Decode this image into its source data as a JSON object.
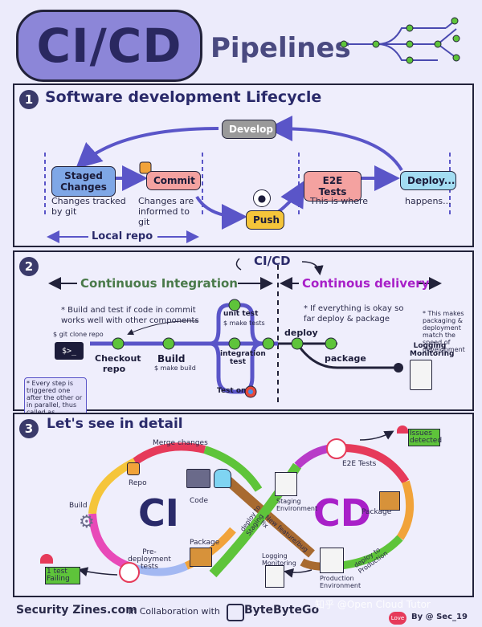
{
  "header": {
    "title": "CI/CD",
    "subtitle": "Pipelines"
  },
  "section1": {
    "number": "1",
    "title": "Software development Lifecycle",
    "develop": "Develop",
    "staged": "Staged Changes",
    "commit": "Commit",
    "push": "Push",
    "e2e": "E2E Tests",
    "deploy": "Deploy...",
    "note_staged": "Changes tracked by git",
    "note_commit": "Changes are informed to git",
    "note_e2e": "This is where",
    "note_deploy": "happens...",
    "local_repo": "Local repo"
  },
  "section2": {
    "number": "2",
    "cicd": "CI/CD",
    "ci": "Continuous Integration",
    "cd": "Continous delivery",
    "note_ci": "* Build and test if code in commit works well with other components",
    "note_cd": "* If everything is okay so far deploy & package",
    "git_clone": "$ git clone repo",
    "terminal": "$>_",
    "checkout": "Checkout repo",
    "build": "Build",
    "make_build": "$ make build",
    "unit_test": "unit test",
    "make_tests": "$ make tests",
    "integration_test": "integration test",
    "test_on": "Test on",
    "deploy": "deploy",
    "package": "package",
    "logging": "Logging Monitoring",
    "note_parallel": "* Every step is triggered one after the other or in parallel, thus called as pipelines",
    "note_packaging": "* This makes packaging & deployment match the speed of development"
  },
  "section3": {
    "number": "3",
    "title": "Let's see in detail",
    "ci": "CI",
    "cd": "CD",
    "merge": "Merge changes",
    "repo": "Repo",
    "code": "Code",
    "build": "Build",
    "package_ci": "Package",
    "pre_deploy": "Pre-deployment tests",
    "test_failing": "1 test Failing",
    "deploy_staging": "deploy to Staging",
    "new_feature": "New feature/bug fix",
    "staging": "Staging Environment",
    "e2e": "E2E Tests",
    "issues": "Issues detected",
    "package_cd": "Package",
    "deploy_prod": "deploy to Production",
    "prod_env": "Production Environment",
    "logging": "Logging Monitoring"
  },
  "footer": {
    "brand": "Security Zines.com",
    "collab": "In Collaboration with",
    "partner": "ByteByteGo",
    "watermark": "知乎 @Open Cloud Tutor",
    "by": "By @ Sec_19",
    "love": "Love"
  }
}
